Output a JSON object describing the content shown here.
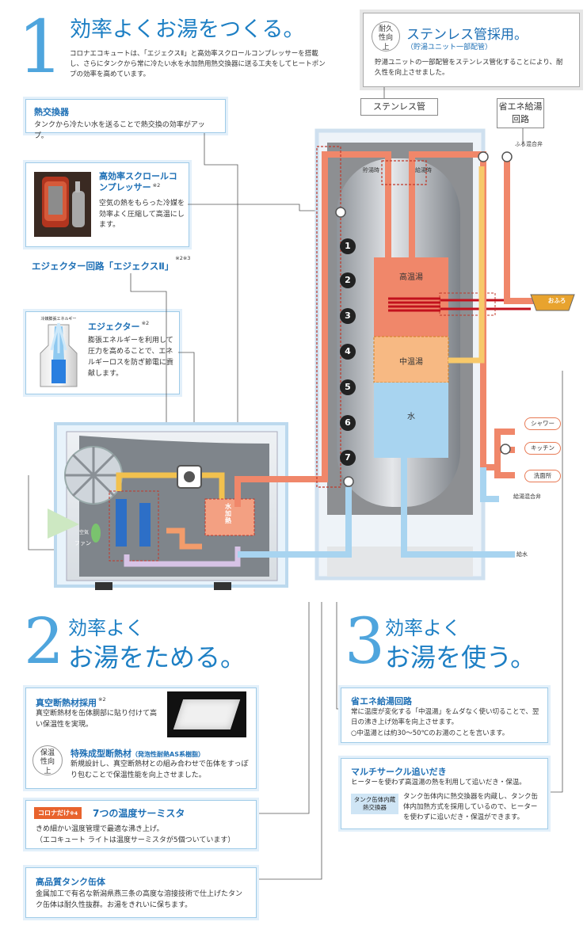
{
  "sec1": {
    "number": "1",
    "title": "効率よくお湯をつくる。",
    "body": "コロナエコキュートは、「エジェクスⅡ」と高効率スクロールコンプレッサーを搭載し、さらにタンクから常に冷たい水を水加熱用熱交換器に送る工夫をしてヒートポンプの効率を高めています。"
  },
  "stainless_box": {
    "badge": "耐久性向上",
    "title": "ステンレス管採用。",
    "subtitle": "（貯湯ユニット一部配管）",
    "body": "貯湯ユニットの一部配管をステンレス管化することにより、耐久性を向上させました。"
  },
  "heat_exchanger": {
    "title": "熱交換器",
    "body": "タンクから冷たい水を送ることで熱交換の効率がアップ。"
  },
  "compressor": {
    "title": "高効率スクロールコンプレッサー",
    "note": "※2",
    "body": "空気の熱をもらった冷媒を効率よく圧縮して高温にします。"
  },
  "ejector_circuit": {
    "title": "エジェクター回路「エジェクスⅡ」",
    "note": "※2※3"
  },
  "ejector": {
    "title": "エジェクター",
    "note": "※2",
    "body": "膨張エネルギーを利用して圧力を高めることで、エネルギーロスを防ぎ節電に貢献します。",
    "img_label": "冷媒膨張エネルギー"
  },
  "diagram": {
    "stainless_label": "ステンレス管",
    "eco_label": "省エネ給湯回路",
    "mix_valve_bath": "ふろ混合弁",
    "mix_valve_supply": "給湯混合弁",
    "store_label": "貯湯時",
    "supply_label": "給湯時",
    "hot": "高温湯",
    "mid": "中温湯",
    "water": "水",
    "bath": "おふろ",
    "shower": "シャワー",
    "kitchen": "キッチン",
    "washroom": "洗面所",
    "water_in": "給水",
    "fan": "ファン",
    "air": "空気",
    "water_heat": "水加熱",
    "sensors": [
      "1",
      "2",
      "3",
      "4",
      "5",
      "6",
      "7"
    ]
  },
  "sec2": {
    "number": "2",
    "title_line1": "効率よく",
    "title_line2": "お湯をためる。"
  },
  "vacuum": {
    "title": "真空断熱材採用",
    "note": "※2",
    "body": "真空断熱材を缶体胴部に貼り付けて高い保温性を実現。"
  },
  "special": {
    "badge": "保温性向上",
    "title": "特殊成型断熱材",
    "title_sub": "（発泡性耐熱AS系樹脂）",
    "body": "新規設計し、真空断熱材との組み合わせで缶体をすっぽり包むことで保温性能を向上させました。"
  },
  "thermistor": {
    "tag": "コロナだけ",
    "tag_note": "※4",
    "title": "7つの温度サーミスタ",
    "body1": "きめ細かい温度管理で最適な沸き上げ。",
    "body2": "（エコキュート ライトは温度サーミスタが5個ついています）"
  },
  "tank": {
    "title": "高品質タンク缶体",
    "body": "金属加工で有名な新潟県燕三条の高度な溶接技術で仕上げたタンク缶体は耐久性抜群。お湯をきれいに保ちます。"
  },
  "sec3": {
    "number": "3",
    "title_line1": "効率よく",
    "title_line2": "お湯を使う。"
  },
  "eco_circuit": {
    "title": "省エネ給湯回路",
    "body": "常に温度が変化する「中温湯」をムダなく使い切ることで、翌日の沸き上げ効率を向上させます。",
    "note": "○中温湯とは約30～50℃のお湯のことを言います。"
  },
  "multi": {
    "title": "マルチサークル追いだき",
    "subtitle": "ヒーターを使わず高温湯の熱を利用して追いだき・保温。",
    "tag": "タンク缶体内蔵熱交換器",
    "body": "タンク缶体内に熱交換器を内蔵し、タンク缶体内加熱方式を採用しているので、ヒーターを使わずに追いだき・保温ができます。"
  }
}
